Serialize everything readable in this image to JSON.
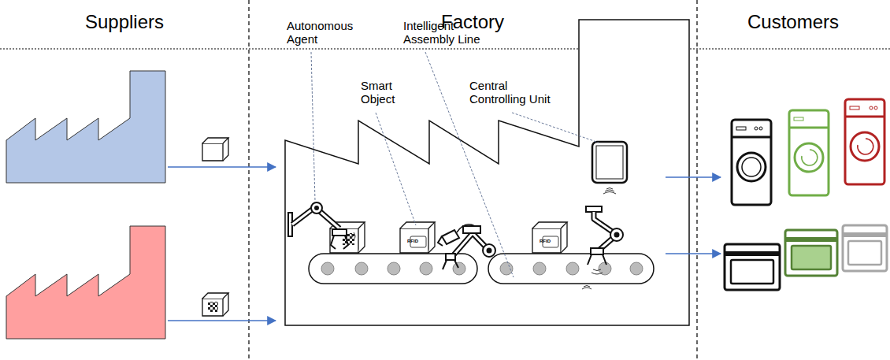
{
  "diagram": {
    "labels": [
      "Suppliers",
      "Factory",
      "Customers",
      "Autonomous Agent",
      "Smart Object",
      "Intelligent Assembly Line",
      "Central Controlling Unit",
      "RFID",
      "RFID"
    ]
  }
}
